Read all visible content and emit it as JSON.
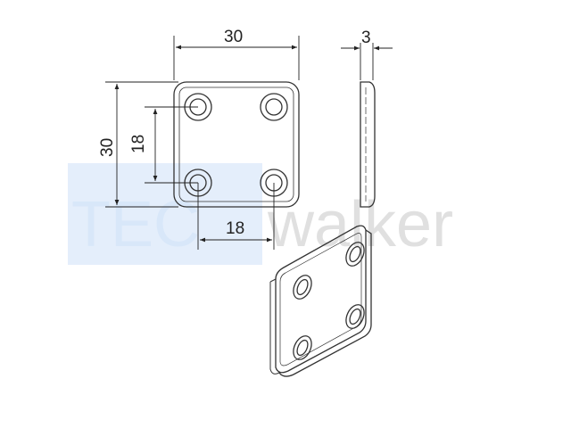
{
  "watermark": {
    "brand_left": "TEC",
    "brand_right": "walker",
    "left_color": "#1e6fd0",
    "box_color": "#e4eefb",
    "right_color": "#e0e0e0"
  },
  "dimensions": {
    "top_width": "30",
    "side_thickness": "3",
    "left_height": "30",
    "hole_vertical": "18",
    "hole_horizontal": "18"
  },
  "colors": {
    "line": "#222222",
    "outline": "#333333"
  }
}
